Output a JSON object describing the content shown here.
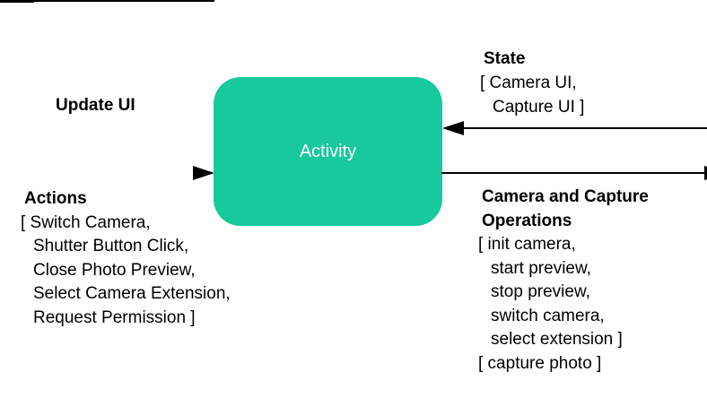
{
  "activity": {
    "label": "Activity",
    "fill": "#17C99C",
    "text_color": "#ffffff"
  },
  "update_ui": {
    "title": "Update UI"
  },
  "actions": {
    "title": "Actions",
    "lines": [
      "[ Switch Camera,",
      "Shutter Button Click,",
      "Close Photo Preview,",
      "Select Camera Extension,",
      "Request Permission ]"
    ]
  },
  "state": {
    "title": "State",
    "lines": [
      "[ Camera UI,",
      "Capture UI ]"
    ]
  },
  "camera_ops": {
    "title": "Camera and Capture Operations",
    "lines": [
      "[ init camera,",
      "start preview,",
      "stop preview,",
      "switch camera,",
      "select extension ]",
      "[ capture photo ]"
    ]
  },
  "line_color": "#000000"
}
